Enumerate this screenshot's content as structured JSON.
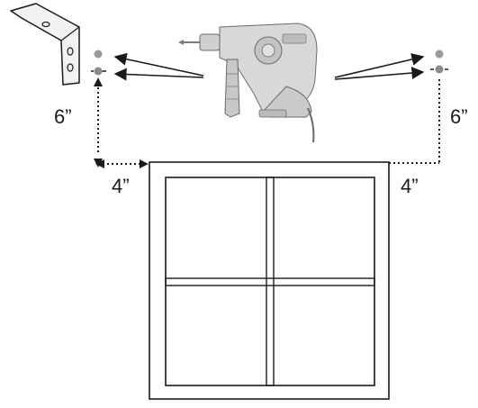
{
  "diagram": {
    "labels": {
      "left_vertical": "6”",
      "right_vertical": "6”",
      "left_horizontal": "4”",
      "right_horizontal": "4”"
    },
    "icons": {
      "bracket": "l-bracket-icon",
      "drill": "rotary-hammer-drill-icon"
    },
    "colors": {
      "line": "#1a1a1a",
      "hole_dot": "#8a8a8a",
      "drill_body": "#d4d4d4"
    }
  }
}
